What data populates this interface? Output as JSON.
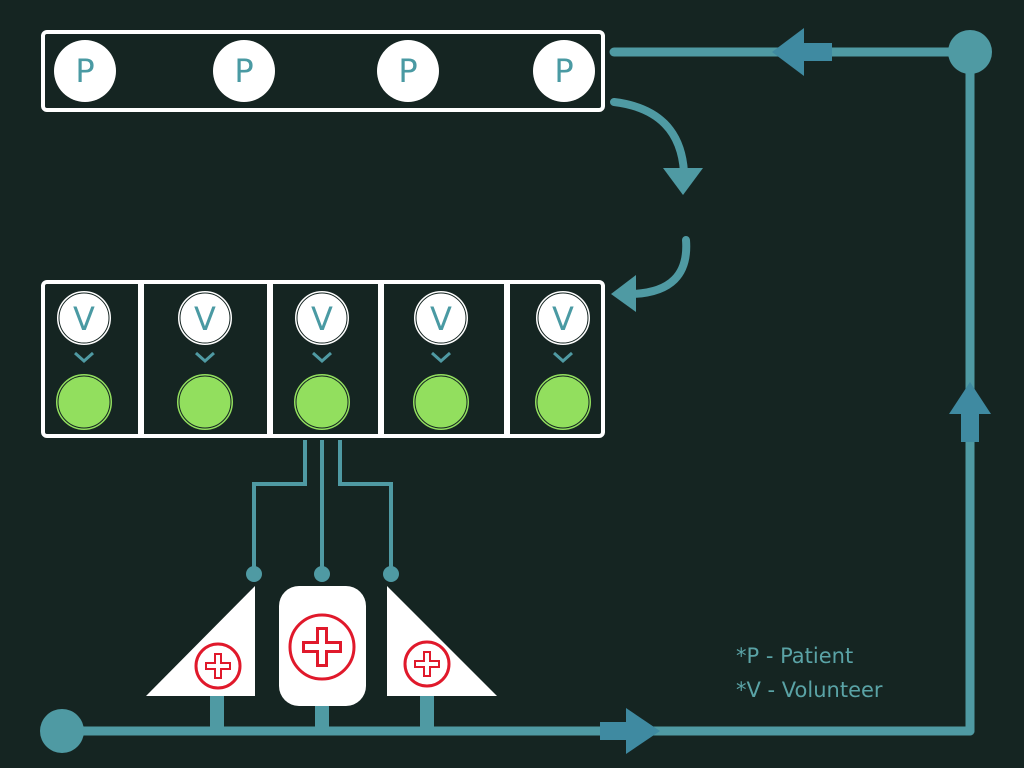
{
  "queue": {
    "patients": [
      {
        "letter": "P"
      },
      {
        "letter": "P"
      },
      {
        "letter": "P"
      },
      {
        "letter": "P"
      }
    ]
  },
  "stations": {
    "volunteers": [
      {
        "letter": "V"
      },
      {
        "letter": "V"
      },
      {
        "letter": "V"
      },
      {
        "letter": "V"
      },
      {
        "letter": "V"
      }
    ]
  },
  "legend": {
    "patient": "*P - Patient",
    "volunteer": "*V - Volunteer"
  },
  "colors": {
    "background": "#152522",
    "flow_line": "#4f9aa3",
    "arrow_head": "#3f8aa1",
    "volunteer_active": "#92df5e",
    "medical_cross": "#e0192b",
    "box_outline": "#ffffff"
  },
  "icons": {
    "flow_arrow": "arrow-icon",
    "medical": "medical-cross-icon"
  }
}
